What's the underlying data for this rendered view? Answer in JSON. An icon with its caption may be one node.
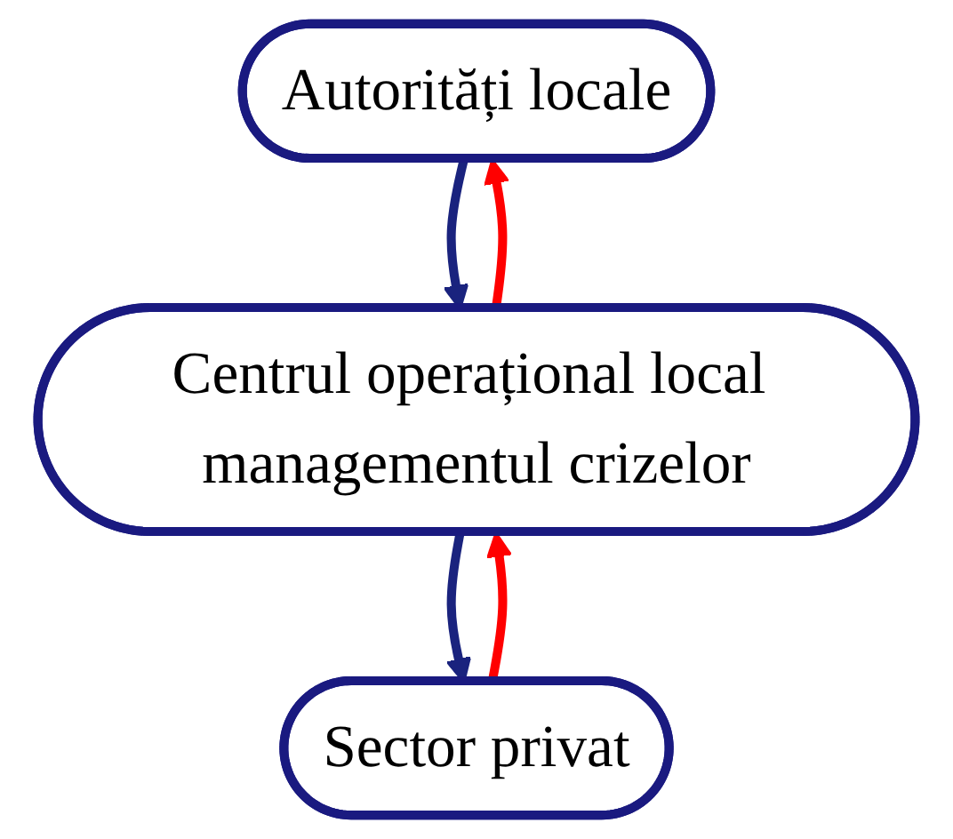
{
  "diagram": {
    "nodes": [
      {
        "text": [
          "Autorități locale"
        ]
      },
      {
        "text": [
          "Centrul operațional local managementul crizelor"
        ]
      },
      {
        "text": [
          "Sector privat"
        ]
      }
    ],
    "edges": [
      {
        "from": 0,
        "to": 1,
        "arrow": "to",
        "color": "#1a237e"
      },
      {
        "from": 1,
        "to": 0,
        "arrow": "to",
        "color": "#ff0000"
      },
      {
        "from": 1,
        "to": 2,
        "arrow": "to",
        "color": "#1a237e"
      },
      {
        "from": 2,
        "to": 1,
        "arrow": "to",
        "color": "#ff0000"
      }
    ]
  }
}
